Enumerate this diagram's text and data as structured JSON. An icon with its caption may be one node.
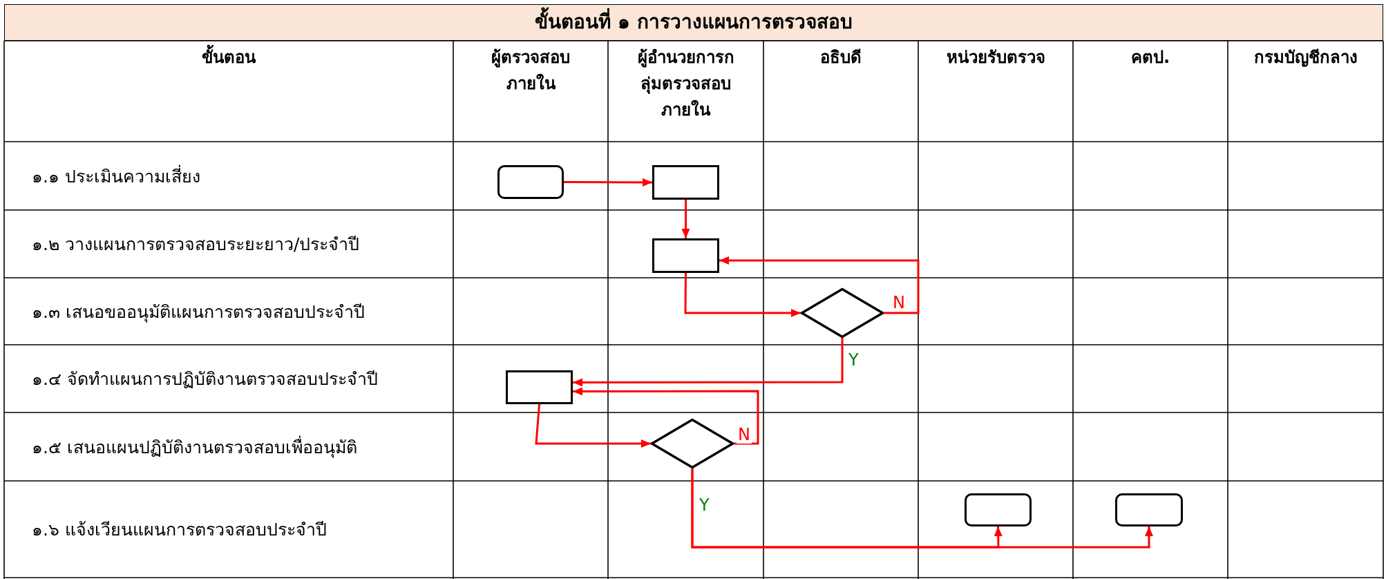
{
  "diagram": {
    "title": "ขั้นตอนที่ ๑ การวางแผนการตรวจสอบ",
    "nodes": [
      {
        "text": [],
        "shape": "rounded"
      },
      {
        "text": [],
        "shape": "box"
      },
      {
        "text": [],
        "shape": "box"
      },
      {
        "text": [],
        "shape": "diamond"
      },
      {
        "text": [],
        "shape": "box"
      },
      {
        "text": [],
        "shape": "diamond"
      },
      {
        "text": [],
        "shape": "rounded"
      },
      {
        "text": [],
        "shape": "rounded"
      }
    ],
    "edges": [
      {
        "from": 0,
        "to": 1,
        "arrow": "to"
      },
      {
        "from": 1,
        "to": 2,
        "arrow": "to"
      },
      {
        "from": 2,
        "to": 3,
        "arrow": "to"
      },
      {
        "from": 3,
        "to": 2,
        "arrow": "to",
        "label": "N"
      },
      {
        "from": 3,
        "to": 4,
        "arrow": "to",
        "label": "Y"
      },
      {
        "from": 4,
        "to": 5,
        "arrow": "to"
      },
      {
        "from": 5,
        "to": 4,
        "arrow": "to",
        "label": "N"
      },
      {
        "from": 5,
        "to": 6,
        "arrow": "to",
        "label": "Y"
      },
      {
        "from": 5,
        "to": 7,
        "arrow": "to"
      }
    ],
    "labels": [
      "ขั้นตอน",
      "ผู้ตรวจสอบภายใน",
      "ผู้อำนวยการกลุ่มตรวจสอบภายใน",
      "อธิบดี",
      "หน่วยรับตรวจ",
      "คตป.",
      "กรมบัญชีกลาง",
      "๑.๑ ประเมินความเสี่ยง",
      "๑.๒ วางแผนการตรวจสอบระยะยาว/ประจำปี",
      "๑.๓ เสนอขออนุมัติแผนการตรวจสอบประจำปี",
      "๑.๔ จัดทำแผนการปฏิบัติงานตรวจสอบประจำปี",
      "๑.๕ เสนอแผนปฏิบัติงานตรวจสอบเพื่ออนุมัติ",
      "๑.๖ แจ้งเวียนแผนการตรวจสอบประจำปี"
    ]
  }
}
